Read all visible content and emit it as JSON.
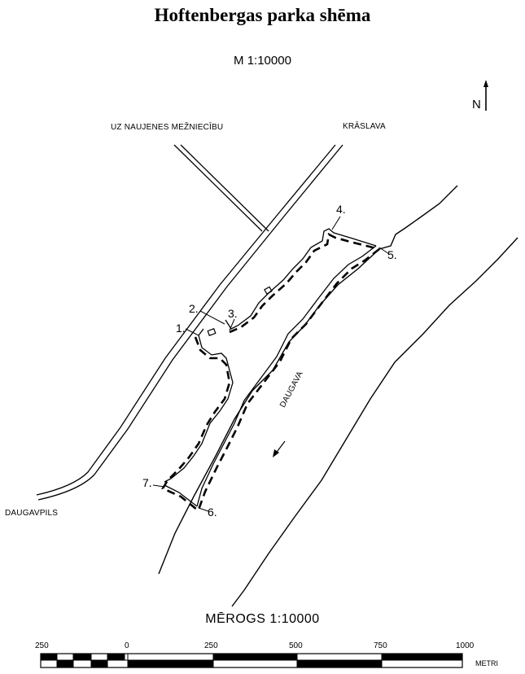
{
  "title": "Hoftenbergas parka shēma",
  "scale_text": "M 1:10000",
  "north_label": "N",
  "labels": {
    "road_north": "UZ NAUJENES MEŽNIECĪBU",
    "road_northeast": "KRĀSLAVA",
    "road_southwest": "DAUGAVPILS",
    "river": "DAUGAVA"
  },
  "points": [
    "1.",
    "2.",
    "3.",
    "4.",
    "5.",
    "6.",
    "7."
  ],
  "scalebar": {
    "title": "MĒROGS 1:10000",
    "ticks": [
      "250",
      "0",
      "250",
      "500",
      "750",
      "1000"
    ],
    "unit": "METRI"
  }
}
